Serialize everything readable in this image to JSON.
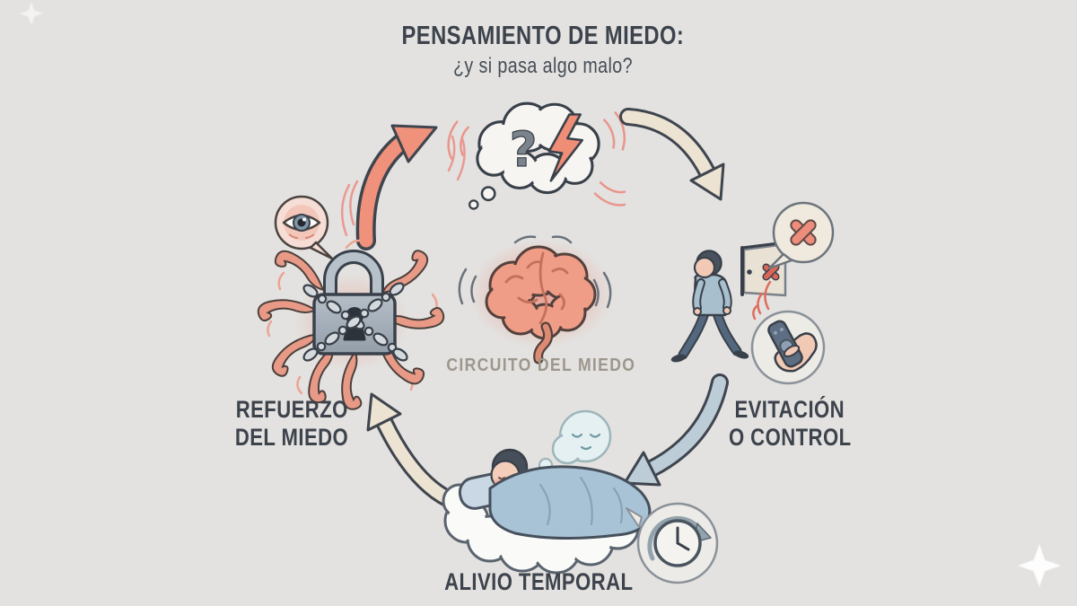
{
  "title": {
    "line1": "PENSAMIENTO DE MIEDO:",
    "line2": "¿y si pasa algo malo?"
  },
  "center": {
    "label": "CIRCUITO DEL MIEDO"
  },
  "stages": {
    "avoidance": {
      "line1": "EVITACIÓN",
      "line2": "O CONTROL"
    },
    "relief": {
      "label": "ALIVIO TEMPORAL"
    },
    "reinforcement": {
      "line1": "REFUERZO",
      "line2": "DEL MIEDO"
    }
  },
  "icons": {
    "thought_cloud": "thought-cloud-with-question-and-lightning",
    "brain": "vibrating-brain",
    "eye_bubble": "watchful-eye-speech-bubble",
    "chained_lock": "padlock-with-chains-and-tentacles",
    "walking_person": "person-walking-away-from-door",
    "door": "open-door-with-red-x",
    "x_bubble": "red-x-speech-bubble",
    "remote_hand": "hand-holding-remote-in-circle",
    "sleeping_person": "person-sleeping-on-cloud",
    "dream_bubble": "calm-dream-bubble",
    "clock_bubble": "recurring-time-clock-bubble",
    "sparkle": "four-point-sparkle"
  },
  "colors": {
    "background": "#e3e2e0",
    "text": "#3d434c",
    "center_label": "#9d968d",
    "outline": "#39404a",
    "fear_red": "#ef8d77",
    "arrow_red": "#f0917b",
    "arrow_tan": "#ece3d2",
    "arrow_blue": "#bccdd8",
    "brain": "#f09d87",
    "lock_gray": "#aab4be",
    "tentacle": "#e89a87",
    "sweater_blue": "#a8bfcd",
    "blanket_blue": "#a9c3d6",
    "dream_pale": "#e4f0f1"
  }
}
